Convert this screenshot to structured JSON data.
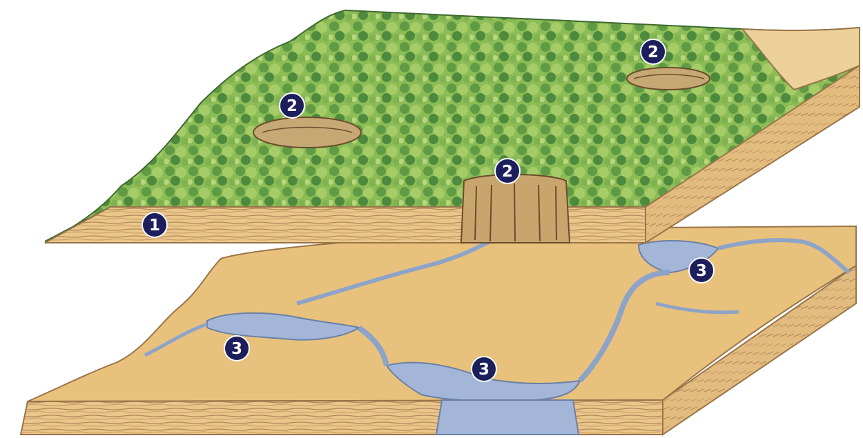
{
  "diagram": {
    "markers": [
      {
        "id": "marker-1-bedrock",
        "label": "1"
      },
      {
        "id": "marker-2-sinkhole-left",
        "label": "2"
      },
      {
        "id": "marker-2-sinkhole-right",
        "label": "2"
      },
      {
        "id": "marker-2-sinkhole-collapse",
        "label": "2"
      },
      {
        "id": "marker-3-cave-left",
        "label": "3"
      },
      {
        "id": "marker-3-cave-center",
        "label": "3"
      },
      {
        "id": "marker-3-cave-right",
        "label": "3"
      }
    ],
    "colors": {
      "forest_dark": "#4f8a3c",
      "forest_light": "#9cc45e",
      "rock_tan": "#e6c17a",
      "rock_edge": "#c89a5a",
      "water_blue": "#9fb4d6",
      "marker_navy": "#1c1f5c"
    }
  }
}
